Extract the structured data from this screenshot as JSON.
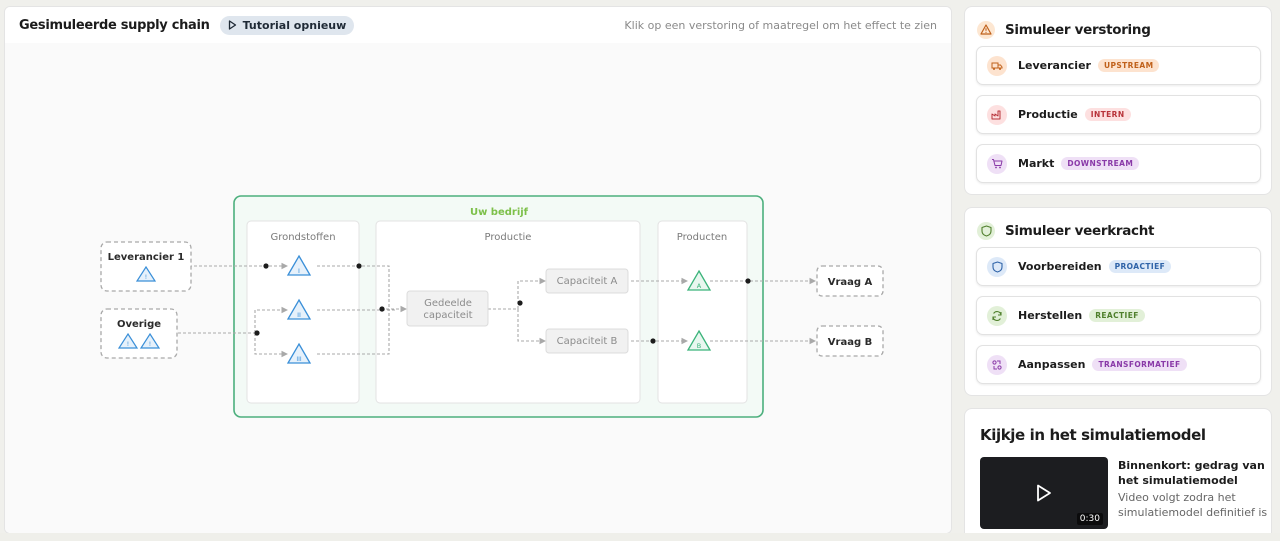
{
  "main": {
    "title": "Gesimuleerde supply chain",
    "tutorial_button": "Tutorial opnieuw",
    "hint": "Klik op een verstoring of maatregel om het effect te zien"
  },
  "diagram": {
    "company_label": "Uw bedrijf",
    "columns": [
      "Grondstoffen",
      "Productie",
      "Producten"
    ],
    "supplier_1": "Leverancier 1",
    "supplier_other": "Overige",
    "material_markers": [
      "I",
      "II",
      "III"
    ],
    "shared_capacity": [
      "Gedeelde",
      "capaciteit"
    ],
    "capacity_a": "Capaciteit A",
    "capacity_b": "Capaciteit B",
    "product_markers": [
      "A",
      "B"
    ],
    "demand_a": "Vraag A",
    "demand_b": "Vraag B"
  },
  "disruptions": {
    "title": "Simuleer verstoring",
    "items": [
      {
        "label": "Leverancier",
        "badge": "UPSTREAM",
        "icon": "truck-icon"
      },
      {
        "label": "Productie",
        "badge": "INTERN",
        "icon": "factory-icon"
      },
      {
        "label": "Markt",
        "badge": "DOWNSTREAM",
        "icon": "cart-icon"
      }
    ]
  },
  "resilience": {
    "title": "Simuleer veerkracht",
    "items": [
      {
        "label": "Voorbereiden",
        "badge": "PROACTIEF",
        "icon": "shield-icon"
      },
      {
        "label": "Herstellen",
        "badge": "REACTIEF",
        "icon": "refresh-icon"
      },
      {
        "label": "Aanpassen",
        "badge": "TRANSFORMATIEF",
        "icon": "transform-icon"
      }
    ]
  },
  "video": {
    "section_title": "Kijkje in het simulatiemodel",
    "heading": "Binnenkort: gedrag van het simulatiemodel",
    "description": "Video volgt zodra het simulatiemodel definitief is",
    "duration": "0:30"
  },
  "colors": {
    "company_green": "#4caf7d",
    "company_label": "#7dc04a",
    "triangle_blue": "#3a8fd8",
    "triangle_green": "#3bb37a",
    "upstream_bg": "#fde3cf",
    "upstream_fg": "#c0611b",
    "intern_bg": "#fde0e0",
    "intern_fg": "#b8333a",
    "downstream_bg": "#efe0f6",
    "downstream_fg": "#8a3aa8",
    "proactive_bg": "#dde9f8",
    "proactive_fg": "#2f63a8",
    "reactive_bg": "#e2f0d8",
    "reactive_fg": "#4f7f2c",
    "transform_bg": "#efe0f6",
    "transform_fg": "#8a3aa8"
  }
}
